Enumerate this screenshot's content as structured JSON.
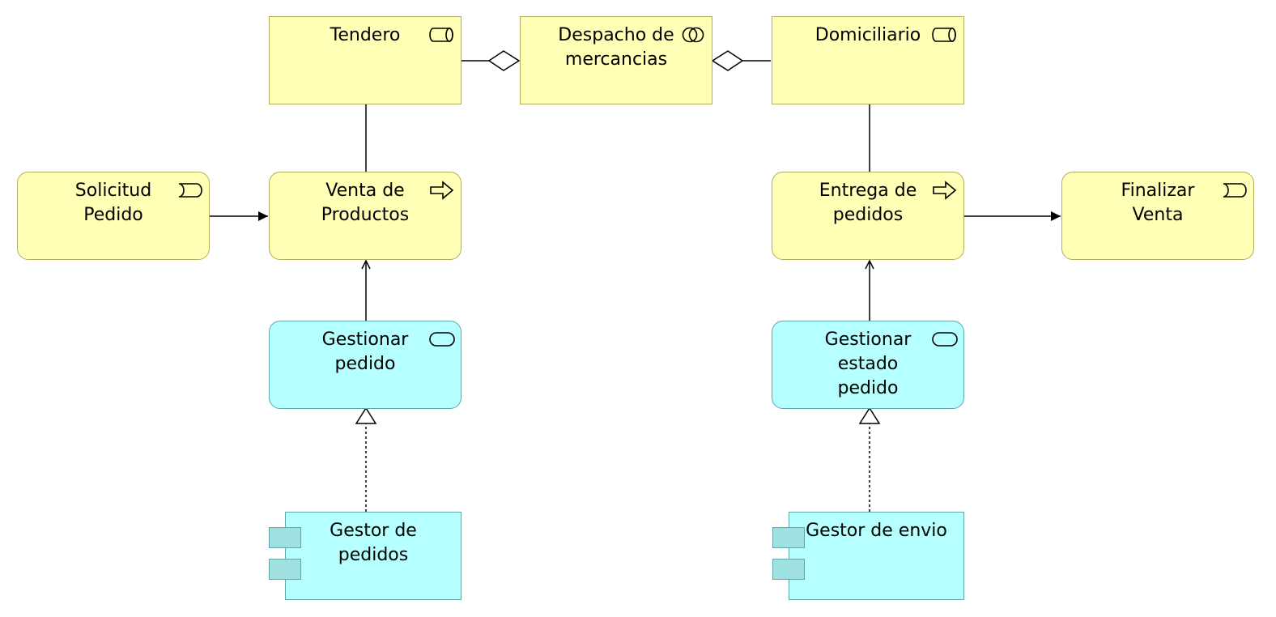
{
  "diagram": {
    "nodes": [
      {
        "id": "tendero",
        "lines": [
          "Tendero"
        ],
        "type": "business-role",
        "icon": "role-icon"
      },
      {
        "id": "despacho",
        "lines": [
          "Despacho de",
          "mercancias"
        ],
        "type": "business-collaboration",
        "icon": "collaboration-icon"
      },
      {
        "id": "domiciliario",
        "lines": [
          "Domiciliario"
        ],
        "type": "business-role",
        "icon": "role-icon"
      },
      {
        "id": "solicitud",
        "lines": [
          "Solicitud",
          "Pedido"
        ],
        "type": "business-event",
        "icon": "event-icon"
      },
      {
        "id": "venta",
        "lines": [
          "Venta de",
          "Productos"
        ],
        "type": "business-process",
        "icon": "process-arrow-icon"
      },
      {
        "id": "entrega",
        "lines": [
          "Entrega de",
          "pedidos"
        ],
        "type": "business-process",
        "icon": "process-arrow-icon"
      },
      {
        "id": "finalizar",
        "lines": [
          "Finalizar",
          "Venta"
        ],
        "type": "business-event",
        "icon": "event-icon"
      },
      {
        "id": "gestionar_pedido",
        "lines": [
          "Gestionar",
          "pedido"
        ],
        "type": "application-service",
        "icon": "service-icon"
      },
      {
        "id": "gestionar_estado",
        "lines": [
          "Gestionar",
          "estado",
          "pedido"
        ],
        "type": "application-service",
        "icon": "service-icon"
      },
      {
        "id": "gestor_pedidos",
        "lines": [
          "Gestor de",
          "pedidos"
        ],
        "type": "application-component",
        "icon": "component-icon"
      },
      {
        "id": "gestor_envio",
        "lines": [
          "Gestor de envio"
        ],
        "type": "application-component",
        "icon": "component-icon"
      }
    ],
    "relationships": [
      {
        "from": "tendero",
        "to": "despacho",
        "type": "aggregation"
      },
      {
        "from": "domiciliario",
        "to": "despacho",
        "type": "aggregation"
      },
      {
        "from": "tendero",
        "to": "venta",
        "type": "assignment"
      },
      {
        "from": "domiciliario",
        "to": "entrega",
        "type": "assignment"
      },
      {
        "from": "solicitud",
        "to": "venta",
        "type": "triggering"
      },
      {
        "from": "entrega",
        "to": "finalizar",
        "type": "triggering"
      },
      {
        "from": "gestionar_pedido",
        "to": "venta",
        "type": "serving"
      },
      {
        "from": "gestionar_estado",
        "to": "entrega",
        "type": "serving"
      },
      {
        "from": "gestor_pedidos",
        "to": "gestionar_pedido",
        "type": "realization"
      },
      {
        "from": "gestor_envio",
        "to": "gestionar_estado",
        "type": "realization"
      }
    ],
    "colors": {
      "business_fill": "#ffffb5",
      "business_border": "#b2ac5f",
      "application_fill": "#b5ffff",
      "application_border": "#5fa7ab",
      "line": "#000000"
    }
  }
}
